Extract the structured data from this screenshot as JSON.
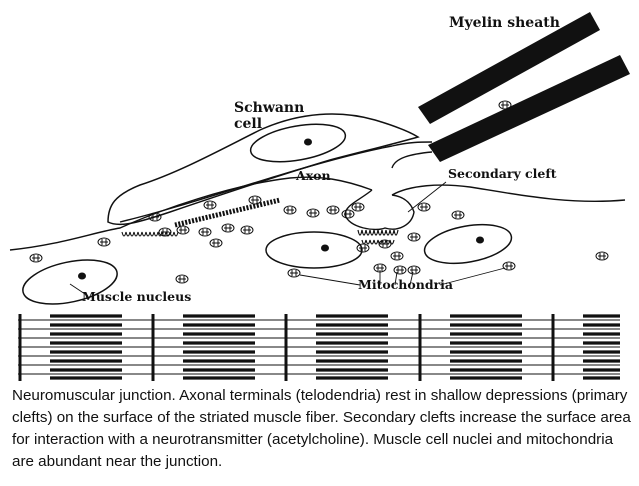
{
  "labels": {
    "myelin_sheath": "Myelin sheath",
    "schwann_line1": "Schwann",
    "schwann_line2": "cell",
    "axon": "Axon",
    "secondary_cleft": "Secondary cleft",
    "muscle_nucleus": "Muscle nucleus",
    "mitochondria": "Mitochondria"
  },
  "caption": "Neuromuscular junction. Axonal terminals (telodendria) rest in shallow depressions (primary clefts) on the surface of the striated muscle fiber. Secondary clefts increase the surface area for interaction with a neurotransmitter (acetylcholine). Muscle cell nuclei and mitochondria are abundant near the junction."
}
